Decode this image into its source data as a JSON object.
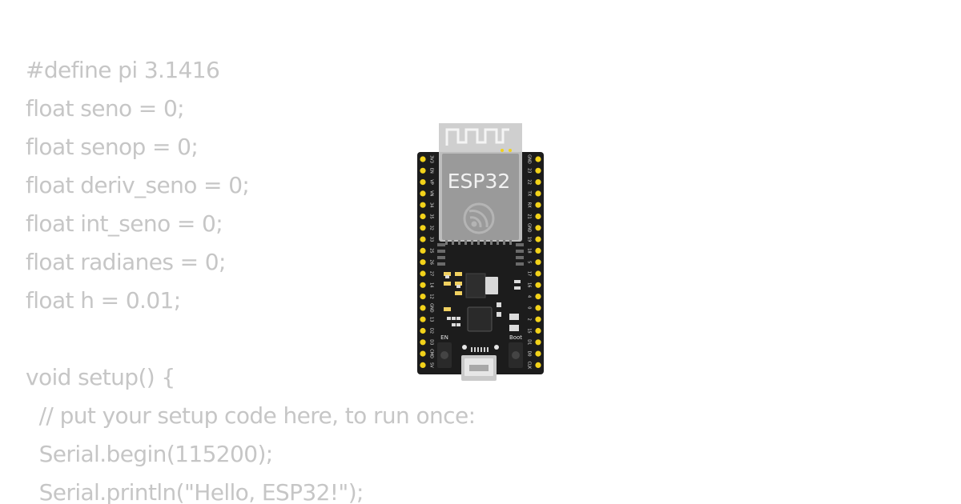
{
  "code_lines": [
    "#define pi 3.1416",
    "float seno = 0;",
    "float senop = 0;",
    "float deriv_seno = 0;",
    "float int_seno = 0;",
    "float radianes = 0;",
    "float h = 0.01;",
    "",
    "void setup() {",
    "  // put your setup code here, to run once:",
    "  Serial.begin(115200);",
    "  Serial.println(\"Hello, ESP32!\");"
  ],
  "board": {
    "chip_label": "ESP32",
    "en_label": "EN",
    "boot_label": "Boot",
    "left_pins": [
      "3V3",
      "EN",
      "VP",
      "VN",
      "34",
      "35",
      "32",
      "33",
      "25",
      "26",
      "27",
      "14",
      "12",
      "GND",
      "13",
      "D2",
      "D3",
      "CMD",
      "5V"
    ],
    "right_pins": [
      "GND",
      "23",
      "22",
      "TX",
      "RX",
      "21",
      "GND",
      "19",
      "18",
      "5",
      "17",
      "16",
      "4",
      "0",
      "2",
      "15",
      "D1",
      "D0",
      "CLK"
    ]
  },
  "colors": {
    "code_text": "#c6c6c6",
    "board": "#1c1c1c",
    "pin_gold": "#f2d21a",
    "module": "#c8c8c8"
  }
}
